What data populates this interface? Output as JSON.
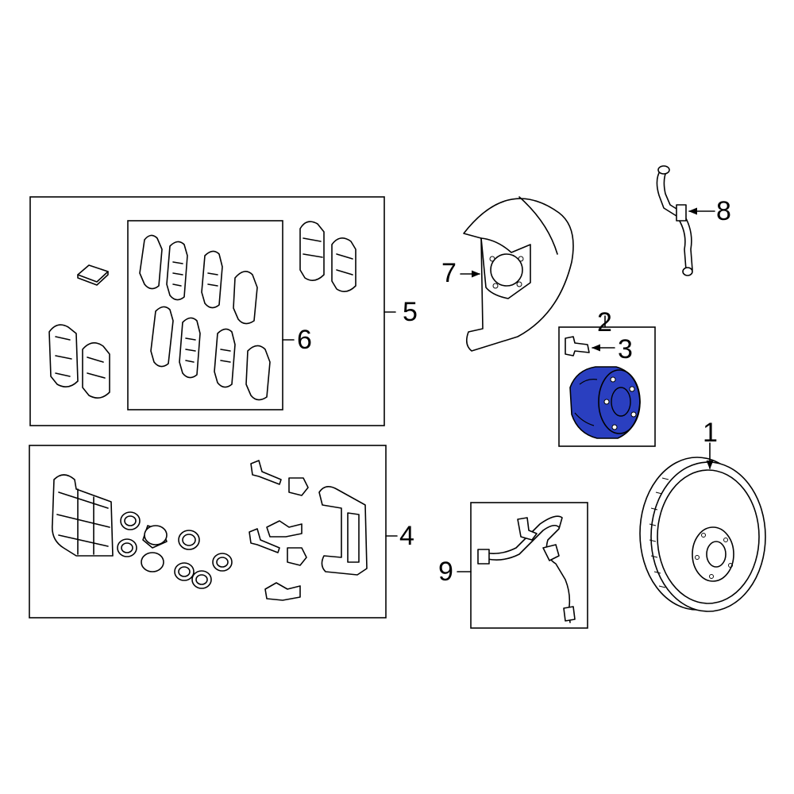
{
  "callouts": {
    "c1": "1",
    "c2": "2",
    "c3": "3",
    "c4": "4",
    "c5": "5",
    "c6": "6",
    "c7": "7",
    "c8": "8",
    "c9": "9"
  },
  "colors": {
    "highlight": "#2a3fc0",
    "line": "#000000",
    "background": "#ffffff"
  }
}
